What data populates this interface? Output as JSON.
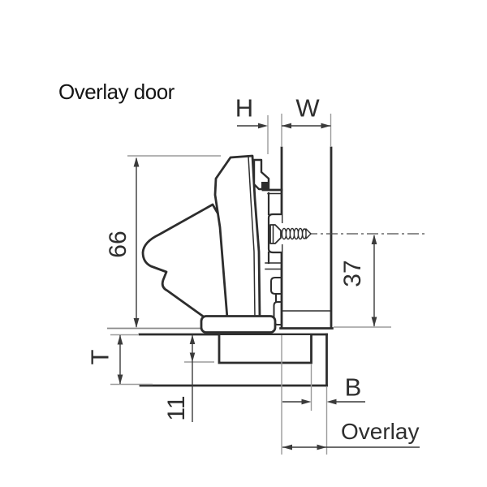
{
  "title": "Overlay door",
  "dimensions": {
    "h_label": "H",
    "w_label": "W",
    "arm_height": "66",
    "screw_axis_distance": "37",
    "door_thickness": "T",
    "cup_depth": "11",
    "boring_distance": "B",
    "overlay_label": "Overlay"
  },
  "colors": {
    "outline": "#2d2d2d",
    "dimension_line": "#3a3a3a",
    "extension_line": "#9b9b9b",
    "text": "#2e2e2e",
    "background": "#ffffff"
  }
}
